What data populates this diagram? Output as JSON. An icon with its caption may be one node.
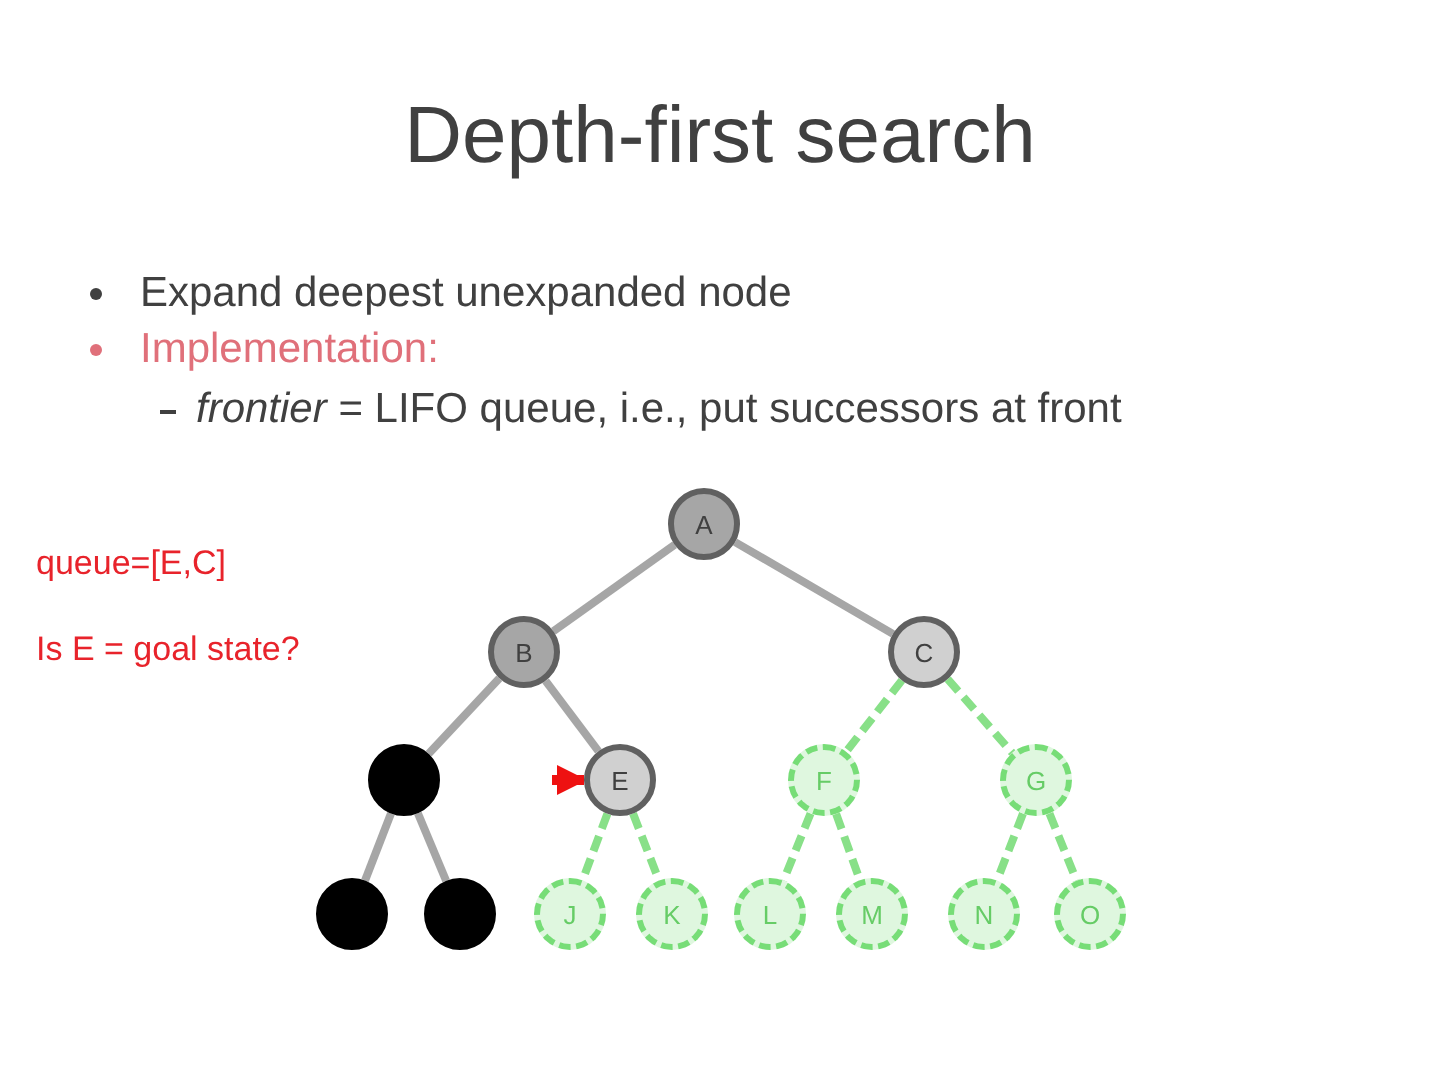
{
  "diagram": {
    "title": "Depth-first search",
    "nodes": [
      {
        "text": [
          "A"
        ]
      },
      {
        "text": [
          "B"
        ]
      },
      {
        "text": [
          "C"
        ]
      },
      {
        "text": [],
        "shape": "circle"
      },
      {
        "text": [
          "E"
        ]
      },
      {
        "text": [
          "F"
        ]
      },
      {
        "text": [
          "G"
        ]
      },
      {
        "text": [],
        "shape": "circle"
      },
      {
        "text": [],
        "shape": "circle"
      },
      {
        "text": [
          "J"
        ]
      },
      {
        "text": [
          "K"
        ]
      },
      {
        "text": [
          "L"
        ]
      },
      {
        "text": [
          "M"
        ]
      },
      {
        "text": [
          "N"
        ]
      },
      {
        "text": [
          "O"
        ]
      }
    ],
    "edges": [
      {
        "from": 0,
        "to": 1,
        "arrow": "none"
      },
      {
        "from": 0,
        "to": 2,
        "arrow": "none"
      },
      {
        "from": 1,
        "to": 3,
        "arrow": "none"
      },
      {
        "from": 1,
        "to": 4,
        "arrow": "none"
      },
      {
        "from": 2,
        "to": 5,
        "arrow": "none",
        "style": "dashed",
        "color": "#88e088"
      },
      {
        "from": 2,
        "to": 6,
        "arrow": "none",
        "style": "dashed",
        "color": "#88e088"
      },
      {
        "from": 3,
        "to": 7,
        "arrow": "none"
      },
      {
        "from": 3,
        "to": 8,
        "arrow": "none"
      },
      {
        "from": 4,
        "to": 9,
        "arrow": "none",
        "style": "dashed",
        "color": "#88e088"
      },
      {
        "from": 4,
        "to": 10,
        "arrow": "none",
        "style": "dashed",
        "color": "#88e088"
      },
      {
        "from": 5,
        "to": 11,
        "arrow": "none",
        "style": "dashed",
        "color": "#88e088"
      },
      {
        "from": 5,
        "to": 12,
        "arrow": "none",
        "style": "dashed",
        "color": "#88e088"
      },
      {
        "from": 6,
        "to": 13,
        "arrow": "none",
        "style": "dashed",
        "color": "#88e088"
      },
      {
        "from": 6,
        "to": 14,
        "arrow": "none",
        "style": "dashed",
        "color": "#88e088"
      },
      {
        "from": null,
        "to": 4,
        "arrow": "to",
        "color": "#ee1111"
      }
    ],
    "labels": [
      "Expand deepest unexpanded node",
      "Implementation:",
      "*frontier* = LIFO queue, i.e., put successors at front",
      "queue=[E,C]",
      "Is E = goal state?"
    ]
  }
}
